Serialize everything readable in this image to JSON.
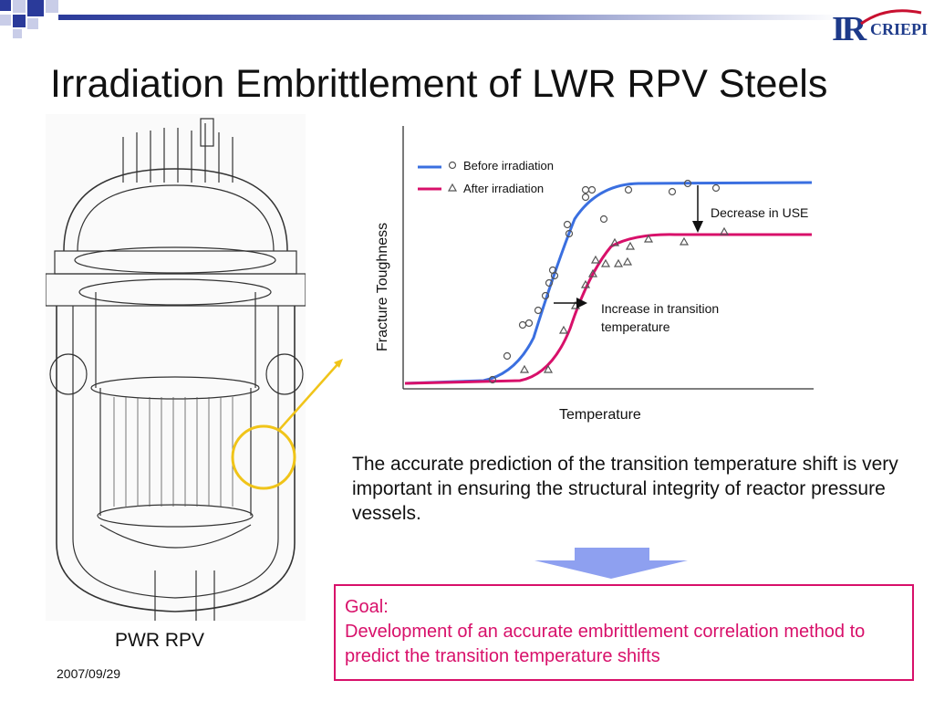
{
  "slide": {
    "title": "Irradiation Embrittlement of LWR RPV Steels",
    "logo_text": "CRIEPI",
    "logo_mark": "IR",
    "rpv_caption": "PWR RPV",
    "date": "2007/09/29",
    "body_text": "The accurate prediction of the transition temperature shift is very important in ensuring the structural integrity of reactor pressure vessels.",
    "goal_heading": "Goal:",
    "goal_text": "Development of an accurate embrittlement correlation method to predict the transition temperature shifts"
  },
  "colors": {
    "before": "#3a6fe0",
    "after": "#d8106a",
    "highlight": "#f0c419",
    "arrow": "#8ea0f0",
    "goal": "#d8106a"
  },
  "chart_data": {
    "type": "line",
    "xlabel": "Temperature",
    "ylabel": "Fracture Toughness",
    "series": [
      {
        "name": "Before irradiation",
        "marker": "circle"
      },
      {
        "name": "After irradiation",
        "marker": "triangle"
      }
    ],
    "annotations": [
      "Decrease in USE",
      "Increase in transition temperature"
    ]
  }
}
